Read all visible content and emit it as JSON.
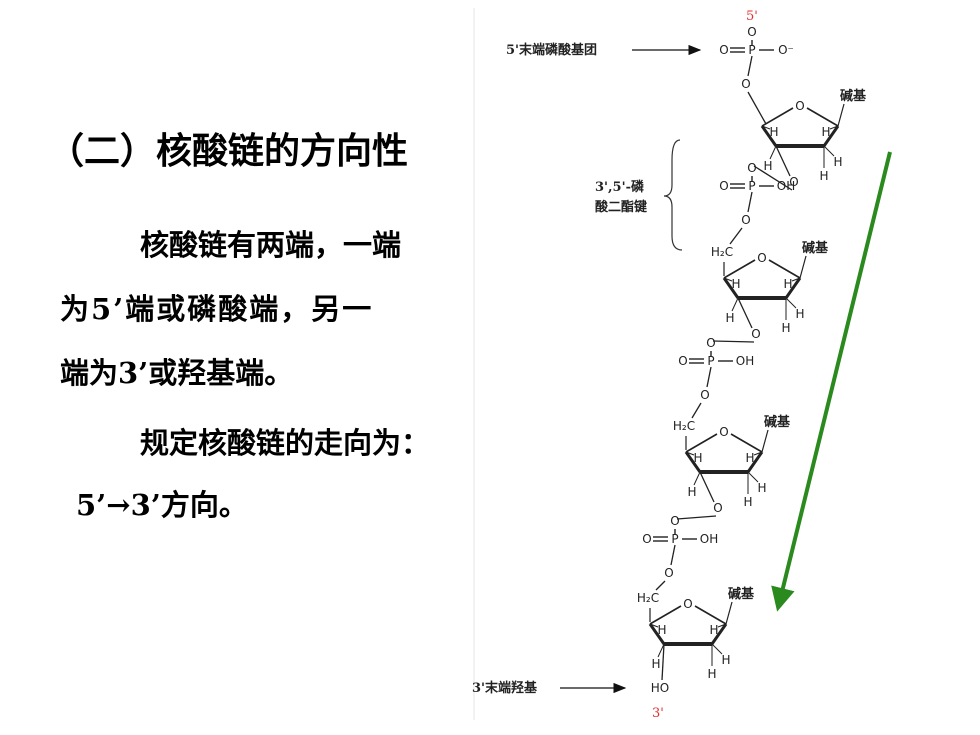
{
  "slide": {
    "title": "（二）核酸链的方向性",
    "paragraphs": [
      "核酸链有两端，一端",
      "为5’端或磷酸端，另一",
      "端为3’或羟基端。",
      "规定核酸链的走向为：",
      "5’→3’方向。"
    ]
  },
  "diagram": {
    "top_label": "5'",
    "bottom_label": "3'",
    "phosphate_5_end_label": "5'末端磷酸基团",
    "phosphodiester_label_line1": "3',5'-磷",
    "phosphodiester_label_line2": "酸二酯键",
    "hydroxyl_3_end_label": "3'末端羟基",
    "base_label": "碱基",
    "atom_O": "O",
    "atom_P": "P",
    "atom_H": "H",
    "atom_OH": "OH",
    "atom_HO": "HO",
    "atom_Ominus": "O⁻",
    "atom_H2C": "H₂C",
    "arrow_color": "#2a8a1e",
    "prime_color": "#e03030"
  }
}
